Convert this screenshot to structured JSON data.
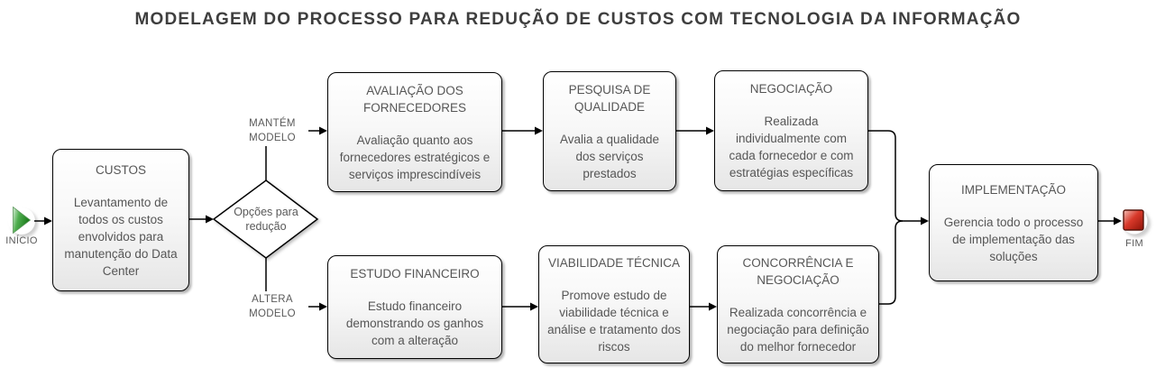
{
  "title": "MODELAGEM DO PROCESSO PARA REDUÇÃO DE CUSTOS COM TECNOLOGIA DA INFORMAÇÃO",
  "start": {
    "label": "INÍCIO"
  },
  "end": {
    "label": "FIM"
  },
  "decision": {
    "label": "Opções para\nredução"
  },
  "branches": {
    "mantem": "MANTÉM\nMODELO",
    "altera": "ALTERA\nMODELO"
  },
  "nodes": {
    "custos": {
      "title": "CUSTOS",
      "body": "Levantamento de\ntodos os custos\nenvolvidos para\nmanutenção do Data\nCenter"
    },
    "avaliacao": {
      "title": "AVALIAÇÃO DOS\nFORNECEDORES",
      "body": "Avaliação quanto aos\nfornecedores estratégicos e\nserviços imprescindíveis"
    },
    "pesquisa": {
      "title": "PESQUISA DE\nQUALIDADE",
      "body": "Avalia a qualidade\ndos serviços\nprestados"
    },
    "negociacao": {
      "title": "NEGOCIAÇÃO",
      "body": "Realizada\nindividualmente com\ncada fornecedor e com\nestratégias específicas"
    },
    "estudo": {
      "title": "ESTUDO FINANCEIRO",
      "body": "Estudo financeiro\ndemonstrando os ganhos\ncom a alteração"
    },
    "viabilidade": {
      "title": "VIABILIDADE TÉCNICA",
      "body": "Promove estudo de\nviabilidade técnica e\nanálise e tratamento dos\nriscos"
    },
    "concorrencia": {
      "title": "CONCORRÊNCIA E\nNEGOCIAÇÃO",
      "body": "Realizada concorrência e\nnegociação para definição\ndo melhor fornecedor"
    },
    "implementacao": {
      "title": "IMPLEMENTAÇÃO",
      "body": "Gerencia todo o processo\nde implementação das\nsoluções"
    }
  },
  "colors": {
    "start_icon_green": "#2f9e2f",
    "end_icon_red": "#c0281c",
    "connector_line": "#000000",
    "box_border": "#000000",
    "box_text": "#565656",
    "title_text": "#3e3e3e"
  }
}
